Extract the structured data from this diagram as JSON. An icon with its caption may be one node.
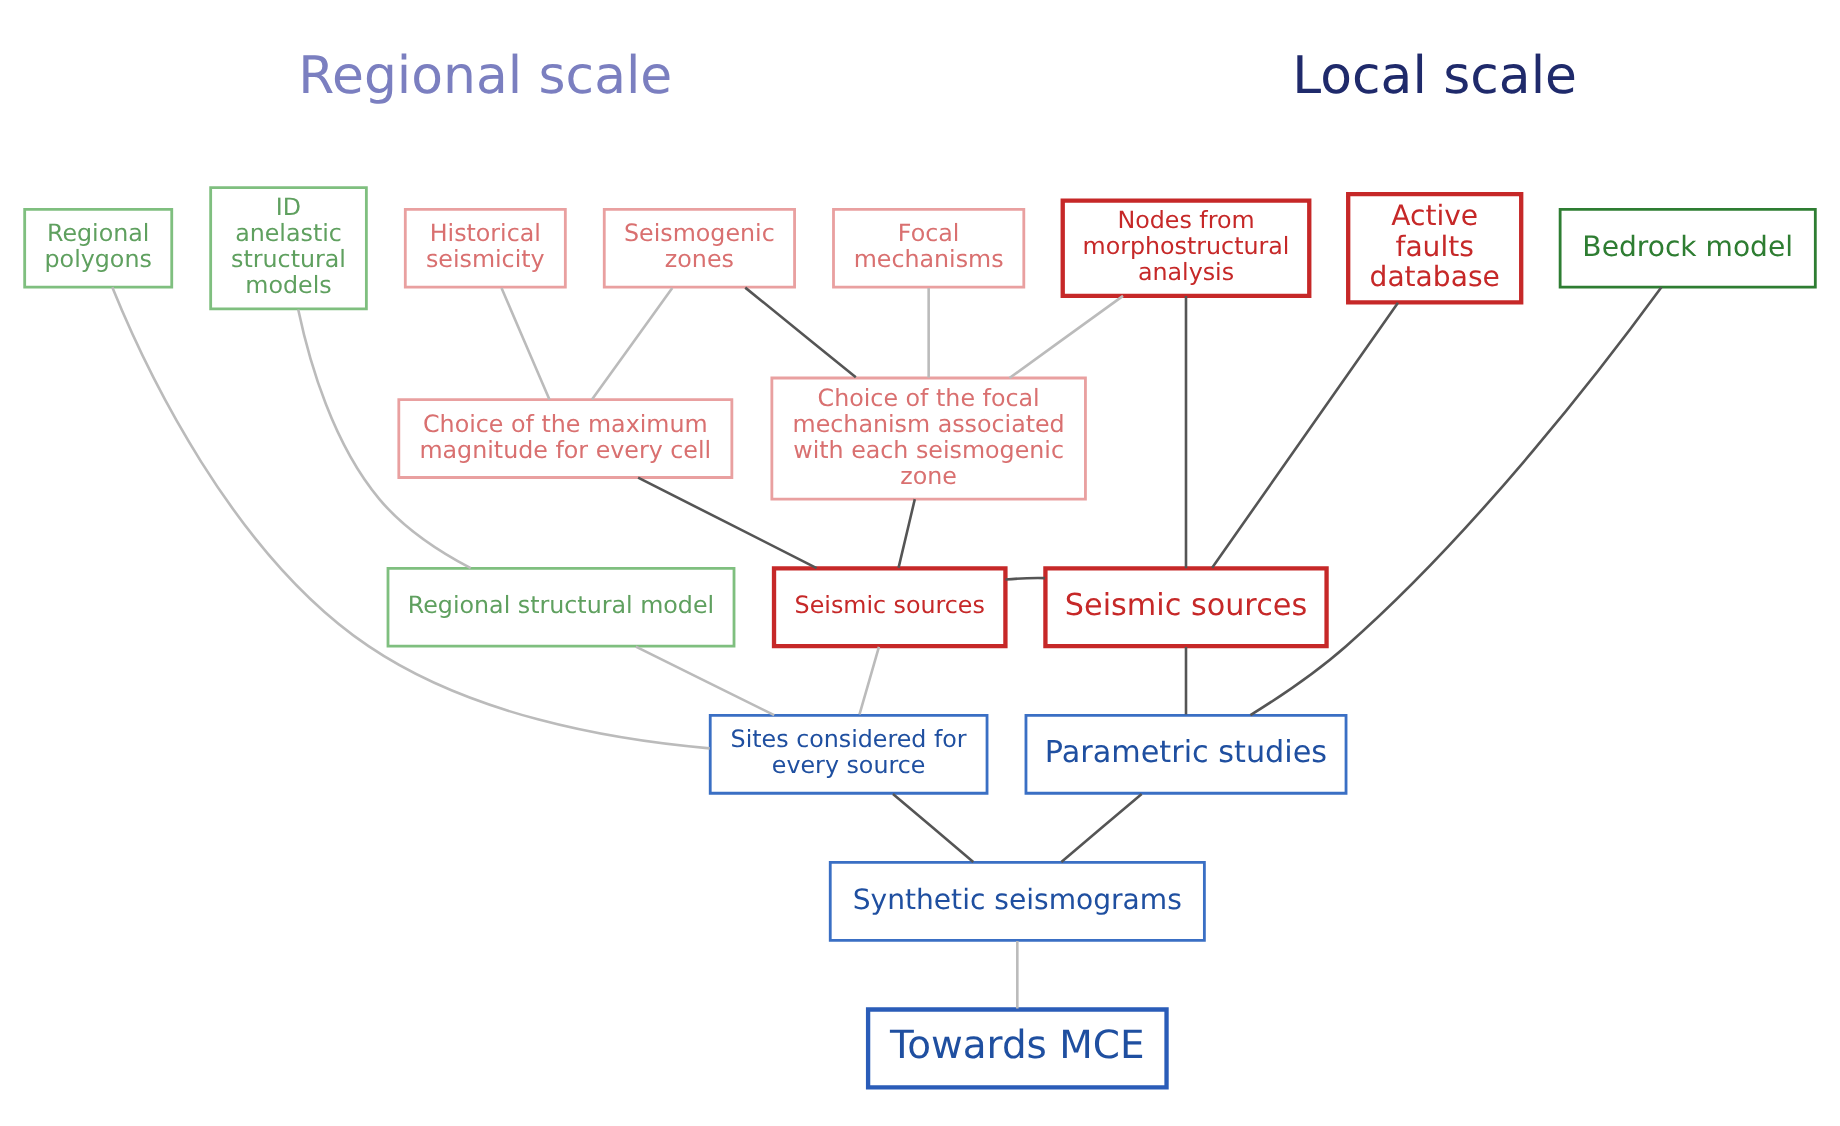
{
  "diagram": {
    "nodes": [
      {
        "text": [
          "Regional polygons"
        ]
      },
      {
        "text": [
          "ID anelastic structural models"
        ]
      },
      {
        "text": [
          "Historical seismicity"
        ]
      },
      {
        "text": [
          "Seismogenic zones"
        ]
      },
      {
        "text": [
          "Focal mechanisms"
        ]
      },
      {
        "text": [
          "Nodes from morphostructural analysis"
        ]
      },
      {
        "text": [
          "Active faults database"
        ]
      },
      {
        "text": [
          "Bedrock model"
        ]
      },
      {
        "text": [
          "Choice of the maximum magnitude for every cell"
        ]
      },
      {
        "text": [
          "Choice of the focal mechanism associated with each seismogenic zone"
        ]
      },
      {
        "text": [
          "Regional structural model"
        ]
      },
      {
        "text": [
          "Seismic sources"
        ]
      },
      {
        "text": [
          "Seismic sources"
        ]
      },
      {
        "text": [
          "Sites considered for every source"
        ]
      },
      {
        "text": [
          "Parametric studies"
        ]
      },
      {
        "text": [
          "Synthetic seismograms"
        ]
      },
      {
        "text": [
          "Towards MCE"
        ]
      }
    ],
    "edges": [
      {
        "from": 0,
        "to": 13,
        "arrow": "none",
        "color": "#bbbbbb"
      },
      {
        "from": 1,
        "to": 10,
        "arrow": "none",
        "color": "#bbbbbb"
      },
      {
        "from": 2,
        "to": 8,
        "arrow": "none",
        "color": "#bbbbbb"
      },
      {
        "from": 3,
        "to": 8,
        "arrow": "none",
        "color": "#bbbbbb"
      },
      {
        "from": 3,
        "to": 9,
        "arrow": "none",
        "color": "#555555"
      },
      {
        "from": 4,
        "to": 9,
        "arrow": "none",
        "color": "#bbbbbb"
      },
      {
        "from": 5,
        "to": 9,
        "arrow": "none",
        "color": "#bbbbbb"
      },
      {
        "from": 5,
        "to": 11,
        "arrow": "none",
        "color": "#555555"
      },
      {
        "from": 6,
        "to": 11,
        "arrow": "none",
        "color": "#555555"
      },
      {
        "from": 7,
        "to": 14,
        "arrow": "none",
        "color": "#555555"
      },
      {
        "from": 8,
        "to": 12,
        "arrow": "none",
        "color": "#555555"
      },
      {
        "from": 9,
        "to": 12,
        "arrow": "none",
        "color": "#555555"
      },
      {
        "from": 12,
        "to": 11,
        "arrow": "none",
        "color": "#555555"
      },
      {
        "from": 10,
        "to": 13,
        "arrow": "none",
        "color": "#bbbbbb"
      },
      {
        "from": 12,
        "to": 13,
        "arrow": "none",
        "color": "#bbbbbb"
      },
      {
        "from": 11,
        "to": 14,
        "arrow": "none",
        "color": "#555555"
      },
      {
        "from": 13,
        "to": 15,
        "arrow": "none",
        "color": "#555555"
      },
      {
        "from": 14,
        "to": 15,
        "arrow": "none",
        "color": "#555555"
      },
      {
        "from": 15,
        "to": 16,
        "arrow": "none",
        "color": "#bbbbbb"
      }
    ],
    "labels": [
      "Regional scale",
      "Local scale"
    ]
  }
}
